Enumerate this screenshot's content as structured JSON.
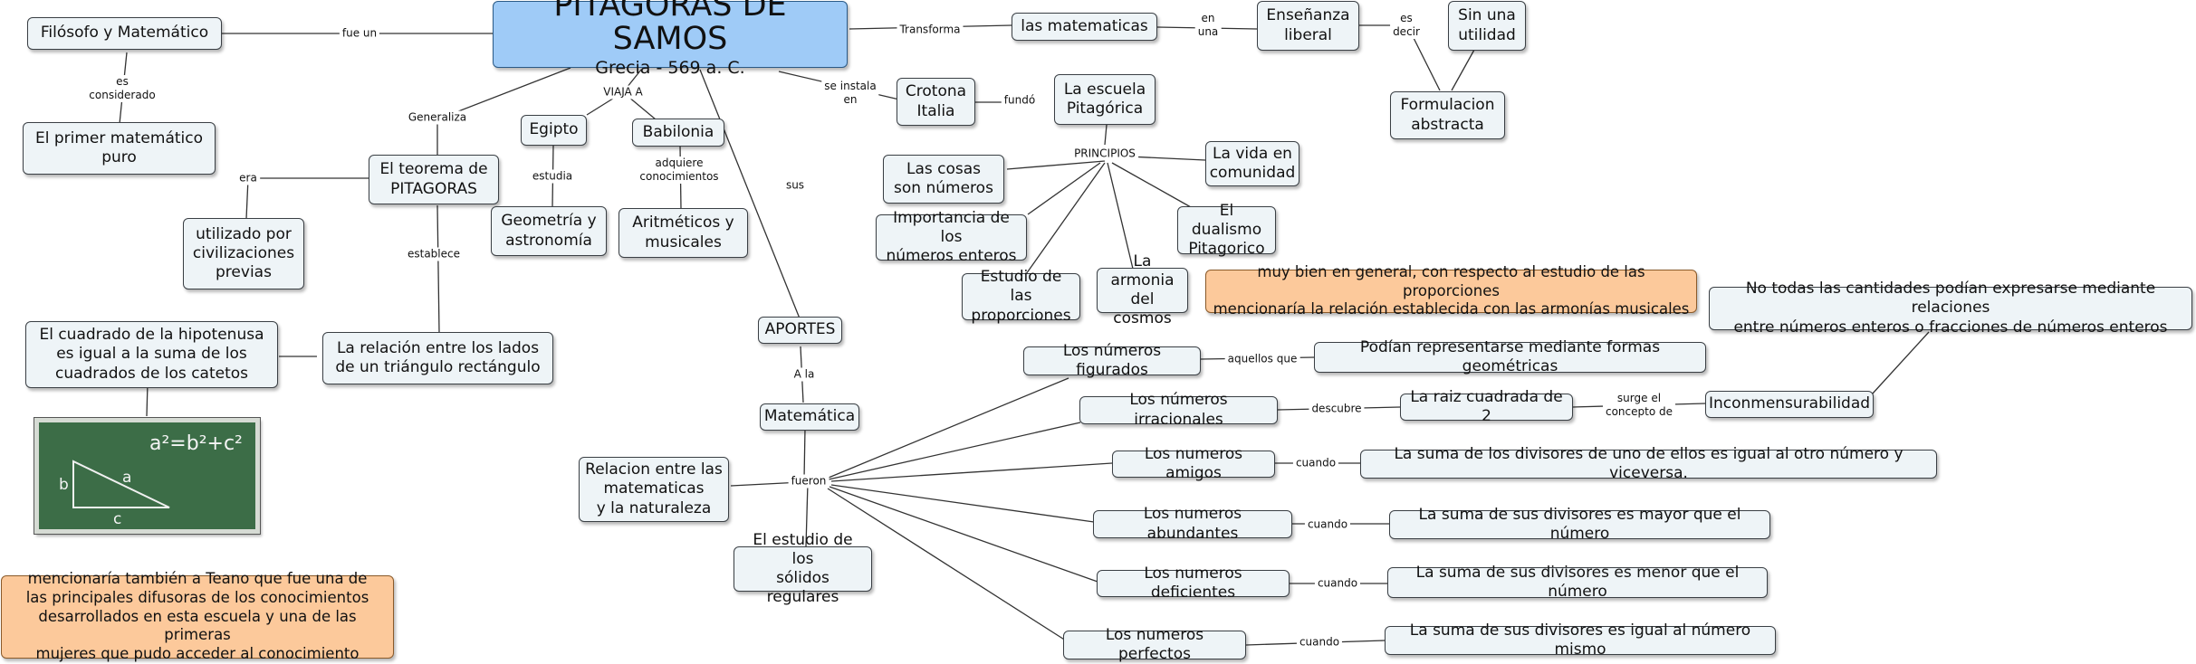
{
  "root": {
    "title": "PITÁGORAS DE SAMOS",
    "subtitle": "Grecia - 569 a. C."
  },
  "nodes": {
    "filosofo": "Filósofo y Matemático",
    "primer_matematico": "El primer matemático\npuro",
    "teorema": "El teorema de\nPITAGORAS",
    "utilizado": "utilizado por\ncivilizaciones\nprevias",
    "cuadrado": "El cuadrado de la hipotenusa\nes igual a la suma de los\ncuadrados de los catetos",
    "relacion_lados": "La relación entre los lados\nde un triángulo rectángulo",
    "egipto": "Egipto",
    "babilonia": "Babilonia",
    "geometria": "Geometría y\nastronomía",
    "aritmeticos": "Aritméticos y\nmusicales",
    "las_matematicas": "las matematicas",
    "ensenanza": "Enseñanza\nliberal",
    "sin_utilidad": "Sin una\nutilidad",
    "formulacion": "Formulacion\nabstracta",
    "crotona": "Crotona\nItalia",
    "escuela": "La escuela\nPitagórica",
    "cosas_numeros": "Las cosas\nson números",
    "vida_comunidad": "La vida en\ncomunidad",
    "importancia": "Importancia de los\nnúmeros enteros",
    "dualismo": "El dualismo\nPitagorico",
    "estudio_prop": "Estudio de las\nproporciones",
    "armonia": "La armonia\ndel cosmos",
    "aportes": "APORTES",
    "matematica": "Matemática",
    "relacion_naturaleza": "Relacion entre las\nmatematicas\ny la naturaleza",
    "solidos": "El estudio de los\nsólidos regulares",
    "figurados": "Los números figurados",
    "irracionales": "Los números irracionales",
    "amigos": "Los numeros amigos",
    "abundantes": "Los numeros abundantes",
    "deficientes": "Los numeros deficientes",
    "perfectos": "Los numeros perfectos",
    "formas_geom": "Podían representarse mediante formas geométricas",
    "raiz": "La raiz cuadrada de 2",
    "inconmensurabilidad": "Inconmensurabilidad",
    "no_todas": "No todas las cantidades podían expresarse mediante relaciones\nentre números enteros o fracciones de números enteros",
    "suma_amigos": "La suma de los divisores de uno de ellos es igual al otro número y viceversa.",
    "suma_mayor": "La suma de sus divisores es mayor que el número",
    "suma_menor": "La suma de sus divisores es menor que el número",
    "suma_igual": "La suma de sus divisores es igual al número mismo"
  },
  "notes": {
    "armonias": "muy bien en general, con respecto al estudio de las proporciones\nmencionaría la relación establecida con las armonías musicales",
    "teano": "mencionaría también a Teano que fue una de\nlas principales difusoras de los conocimientos\ndesarrollados en esta escuela y una de las primeras\nmujeres que  pudo acceder al conocimiento"
  },
  "link_labels": {
    "fue_un": "fue un",
    "es_considerado": "es\nconsiderado",
    "generaliza": "Generaliza",
    "era": "era",
    "establece": "establece",
    "viaja_a": "VIAJA A",
    "estudia": "estudia",
    "adquiere": "adquiere\nconocimientos",
    "sus": "sus",
    "se_instala_en": "se instala\nen",
    "fundo": "fundó",
    "transforma": "Transforma",
    "en_una": "en\nuna",
    "es_decir": "es\ndecir",
    "principios": "PRINCIPIOS",
    "a_la": "A la",
    "fueron": "fueron",
    "aquellos_que": "aquellos que",
    "descubre": "descubre",
    "surge": "surge el\nconcepto de",
    "cuando_1": "cuando",
    "cuando_2": "cuando",
    "cuando_3": "cuando",
    "cuando_4": "cuando"
  },
  "image": {
    "formula": "a²=b²+c²",
    "a": "a",
    "b": "b",
    "c": "c"
  },
  "colors": {
    "node_fill": "#eef4f7",
    "root_fill": "#9fcbf7",
    "note_fill": "#fcc99b",
    "board": "#3c6d47"
  }
}
